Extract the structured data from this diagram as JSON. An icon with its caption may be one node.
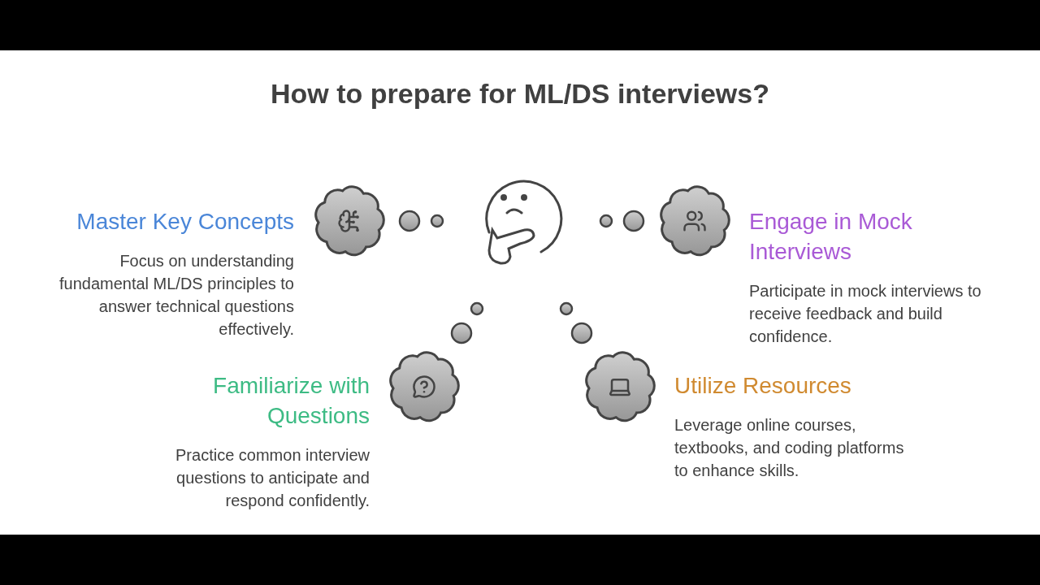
{
  "diagram": {
    "title": "How to prepare for ML/DS interviews?",
    "nodes": [
      {
        "text": [
          "Master Key Concepts",
          "Focus on understanding fundamental ML/DS principles to answer technical questions effectively."
        ]
      },
      {
        "text": [
          "Engage in Mock Interviews",
          "Participate in mock interviews to receive feedback and build confidence."
        ]
      },
      {
        "text": [
          "Familiarize with Questions",
          "Practice common interview questions to anticipate and respond confidently."
        ]
      },
      {
        "text": [
          "Utilize Resources",
          "Leverage online courses, textbooks, and coding platforms to enhance skills."
        ]
      }
    ]
  }
}
